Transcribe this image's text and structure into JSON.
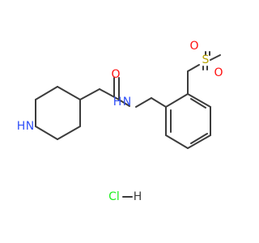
{
  "molecule": {
    "atoms": {
      "amide_o": {
        "symbol": "O",
        "color": "#ff0d0d"
      },
      "amide_n": {
        "symbol": "N",
        "color": "#3050f8"
      },
      "ring_n": {
        "symbol": "N",
        "color": "#3050f8"
      },
      "ring_nh": {
        "symbol": "H",
        "color": "#3050f8"
      },
      "amide_nh": {
        "symbol": "H",
        "color": "#3050f8"
      },
      "sulfur": {
        "symbol": "S",
        "color": "#b8a200"
      },
      "sulfonyl_o1": {
        "symbol": "O",
        "color": "#ff0d0d"
      },
      "sulfonyl_o2": {
        "symbol": "O",
        "color": "#ff0d0d"
      }
    },
    "salt": {
      "cl": {
        "symbol": "Cl",
        "color": "#1ff01f"
      },
      "h": {
        "symbol": "H",
        "color": "#3c3c3c"
      }
    },
    "bond_color": "#3c3c3c"
  }
}
